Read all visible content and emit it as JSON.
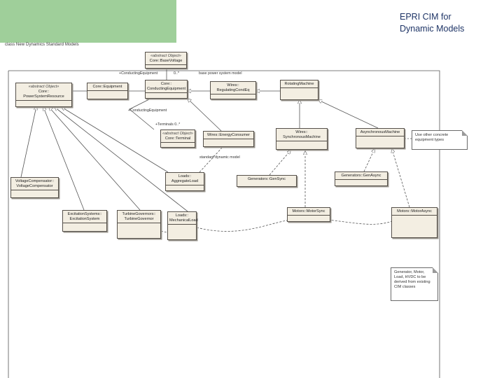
{
  "slide": {
    "title_line1": "EPRI CIM for",
    "title_line2": "Dynamic Models",
    "diagram_tab": "class New Dynamics Standard Models"
  },
  "classes": {
    "conducting_equipment": {
      "stereotype": "Core::",
      "name": "ConductingEquipment"
    },
    "base_voltage": {
      "stereotype": "«abstract Object»",
      "name": "Core::BaseVoltage"
    },
    "power_system_resource": {
      "stereotype": "«abstract Object»",
      "name": "Core::",
      "attr": "PowerSystemResource"
    },
    "conn_equipment": {
      "name": "Core::Equipment"
    },
    "regulating_cond_eq": {
      "stereotype": "Wires::",
      "name": "RegulatingCondEq"
    },
    "rotating_machine": {
      "name": "RotatingMachine"
    },
    "terminal": {
      "stereotype": "«abstract Object»",
      "name": "Core::Terminal"
    },
    "energy_consumer": {
      "name": "Wires::EnergyConsumer"
    },
    "synchronous_machine": {
      "stereotype": "Wires::",
      "name": "SynchronousMachine"
    },
    "asynchronous_machine": {
      "name": "AsynchronousMachine"
    },
    "load_aggregate": {
      "stereotype": "Loads::",
      "name": "AggregateLoad"
    },
    "generator_sync": {
      "name": "Generators::GenSync"
    },
    "generator_async": {
      "name": "Generators::GenAsync"
    },
    "voltage_compensator": {
      "name": "VoltageCompensator::",
      "attr": "VoltageCompensator"
    },
    "excitation_system": {
      "name": "ExcitationSystems::",
      "attr": "ExcitationSystem"
    },
    "turbine_governor": {
      "name": "TurbineGovernors::",
      "attr": "TurbineGovernor"
    },
    "load_mechanical": {
      "stereotype": "Loads::",
      "name": "MechanicalLoad"
    },
    "motor_sync": {
      "name": "Motors::MotorSync"
    },
    "motor_async": {
      "name": "Motors::MotorAsync"
    }
  },
  "labels": {
    "conducting_equipment_role": "+ConductingEquipment",
    "multiplicity_0_star": "0..*",
    "base_voltage_role": "base power system model",
    "conducting_equipment_role2": "+ConductingEquipment",
    "terminals_role": "+Terminals  0..*",
    "energy_consumer_role": "standard dynamic model"
  },
  "notes": {
    "async_note": "Use other concrete equipment types",
    "bottom_note": "Generator, Motor, Load, HVDC to be derived from existing CIM classes"
  },
  "colors": {
    "header_block": "#9fcf9a",
    "title_text": "#1e3466",
    "class_fill": "#f3eee2"
  }
}
